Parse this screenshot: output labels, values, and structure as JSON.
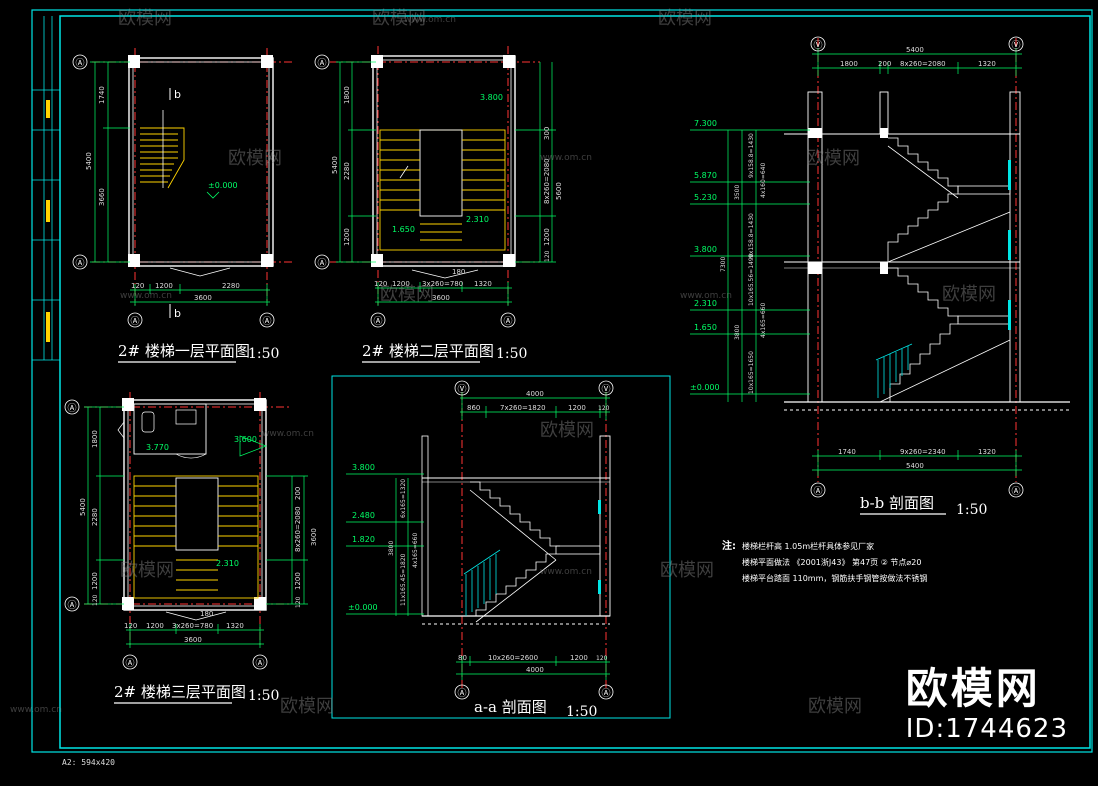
{
  "drawing": {
    "sheet_size": "A2:  594x420",
    "watermark": {
      "brand": "欧模网",
      "id": "ID:1744623",
      "url": "www.om.cn"
    },
    "axes": {
      "A": "Ⓐ",
      "V": "Ⓥ"
    },
    "plan1": {
      "title": "2# 楼梯一层平面图",
      "scale": "1:50",
      "section_mark": "b",
      "dims_vertical": [
        "1740",
        "5400",
        "3660"
      ],
      "dims_bottom": [
        "120",
        "1200",
        "2280",
        "3600"
      ],
      "level": "±0.000"
    },
    "plan2": {
      "title": "2# 楼梯二层平面图",
      "scale": "1:50",
      "dims_vertical_left": [
        "1800",
        "5400",
        "2280",
        "1200"
      ],
      "dims_vertical_right": [
        "300",
        "8x260=2080",
        "5600",
        "1200",
        "120"
      ],
      "dims_bottom": [
        "120",
        "1200",
        "3x260=780",
        "1320",
        "180",
        "3600"
      ],
      "levels": [
        "3.800",
        "2.310",
        "1.650"
      ]
    },
    "plan3": {
      "title": "2# 楼梯三层平面图",
      "scale": "1:50",
      "dims_vertical_left": [
        "1800",
        "5400",
        "2280",
        "1200",
        "120"
      ],
      "dims_vertical_right": [
        "200",
        "8x260=2080",
        "3600",
        "1200",
        "120"
      ],
      "dims_bottom": [
        "120",
        "1200",
        "3x260=780",
        "1320",
        "180",
        "3600"
      ],
      "levels": [
        "3.770",
        "3.600",
        "2.310"
      ]
    },
    "section_a": {
      "title": "a-a 剖面图",
      "scale": "1:50",
      "dims_top": [
        "4000",
        "860",
        "7x260=1820",
        "1200",
        "120"
      ],
      "dims_bottom": [
        "80",
        "10x260=2600",
        "1200",
        "120",
        "4000"
      ],
      "dims_vertical": [
        "6x165=1320",
        "4x165=660",
        "3800",
        "11x165.45=1820"
      ],
      "levels": [
        "3.800",
        "2.480",
        "1.820",
        "±0.000"
      ]
    },
    "section_b": {
      "title": "b-b 剖面图",
      "scale": "1:50",
      "dims_top": [
        "5400",
        "1800",
        "200",
        "8x260=2080",
        "1320"
      ],
      "dims_bottom": [
        "1740",
        "9x260=2340",
        "1320",
        "5400"
      ],
      "dims_vertical": [
        "3500",
        "7300",
        "3800",
        "9x158.8=1430",
        "4x160=640",
        "9x158.8=1430",
        "10x165.56=1490",
        "4x165=660",
        "10x165=1650"
      ],
      "levels": [
        "7.300",
        "5.870",
        "5.230",
        "3.800",
        "2.310",
        "1.650",
        "±0.000"
      ]
    },
    "notes": {
      "label": "注:",
      "lines": [
        "楼梯栏杆高    1.05m栏杆具体参见厂家",
        "楼梯平面做法 《2001浙J43》   第47页 ② 节点⌀20",
        "楼梯平台踏面       110mm，钢筋扶手钢管按做法不锈钢"
      ]
    }
  }
}
